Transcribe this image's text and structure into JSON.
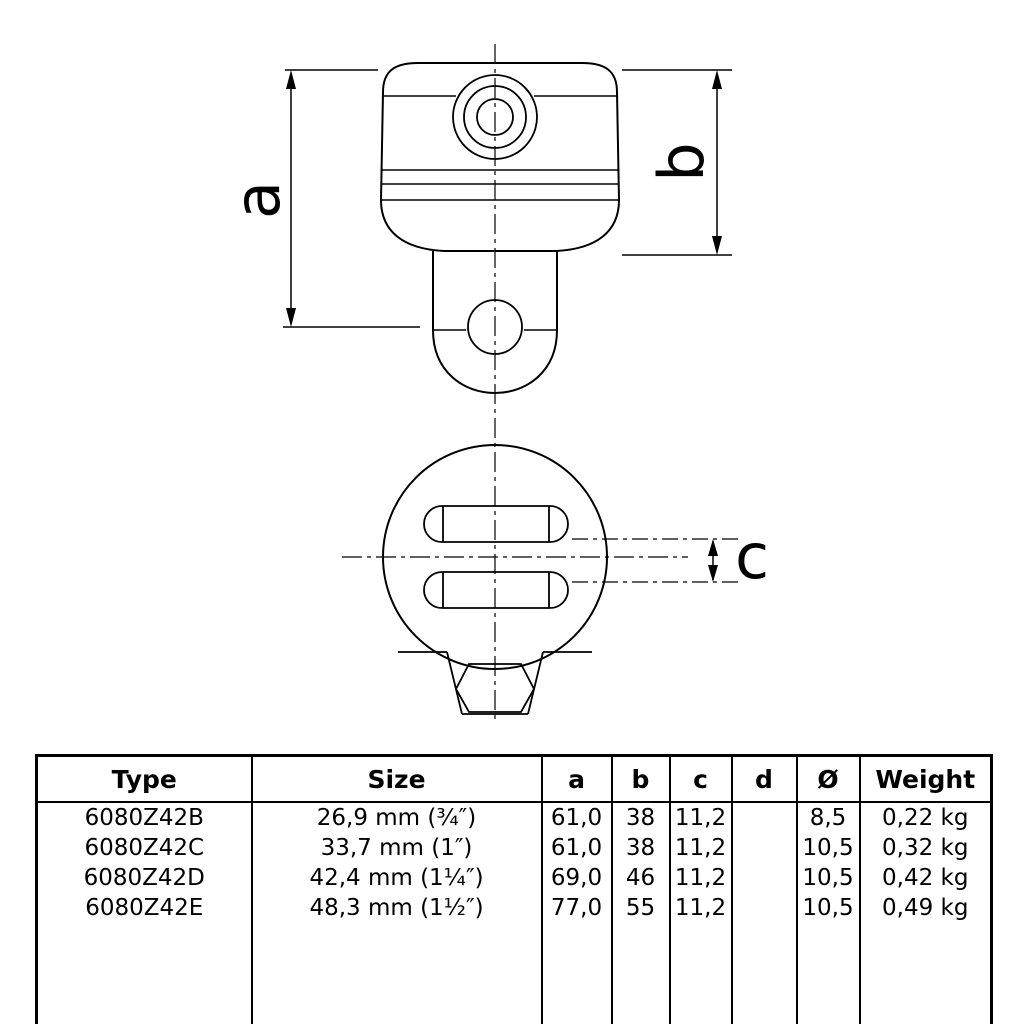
{
  "drawing": {
    "dim_a_label": "a",
    "dim_b_label": "b",
    "dim_c_label": "c"
  },
  "table": {
    "headers": [
      "Type",
      "Size",
      "a",
      "b",
      "c",
      "d",
      "Ø",
      "Weight"
    ],
    "rows": [
      [
        "6080Z42B",
        "26,9 mm (¾″)",
        "61,0",
        "38",
        "11,2",
        "",
        "8,5",
        "0,22 kg"
      ],
      [
        "6080Z42C",
        "33,7 mm (1″)",
        "61,0",
        "38",
        "11,2",
        "",
        "10,5",
        "0,32 kg"
      ],
      [
        "6080Z42D",
        "42,4 mm (1¼″)",
        "69,0",
        "46",
        "11,2",
        "",
        "10,5",
        "0,42 kg"
      ],
      [
        "6080Z42E",
        "48,3 mm (1½″)",
        "77,0",
        "55",
        "11,2",
        "",
        "10,5",
        "0,49 kg"
      ]
    ]
  }
}
